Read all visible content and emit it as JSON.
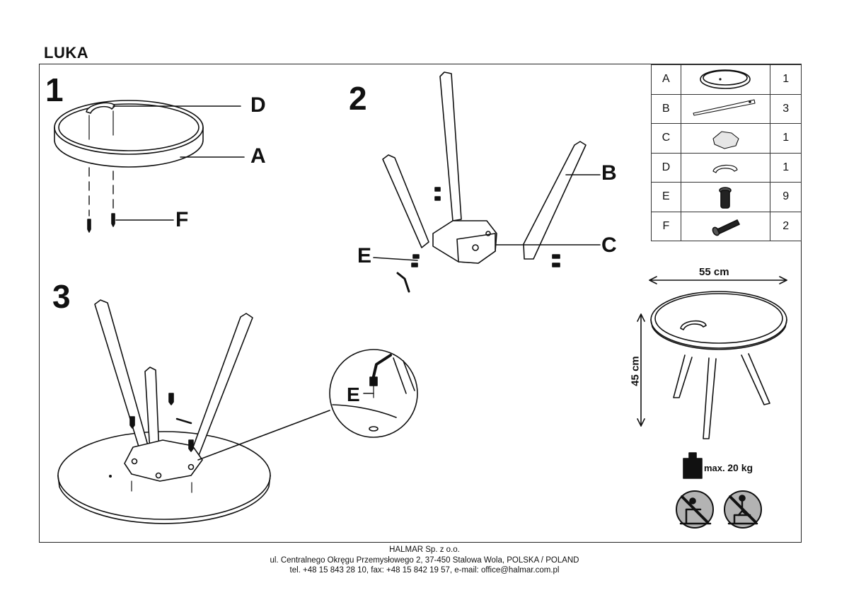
{
  "title": "LUKA",
  "steps": [
    "1",
    "2",
    "3"
  ],
  "callouts": {
    "step1": [
      "D",
      "A",
      "F"
    ],
    "step2": [
      "B",
      "C",
      "E"
    ],
    "step3": [
      "E"
    ]
  },
  "parts": [
    {
      "letter": "A",
      "qty": "1",
      "icon": "tabletop-icon"
    },
    {
      "letter": "B",
      "qty": "3",
      "icon": "leg-icon"
    },
    {
      "letter": "C",
      "qty": "1",
      "icon": "leg-mount-bracket-icon"
    },
    {
      "letter": "D",
      "qty": "1",
      "icon": "handle-icon"
    },
    {
      "letter": "E",
      "qty": "9",
      "icon": "screw-icon"
    },
    {
      "letter": "F",
      "qty": "2",
      "icon": "bolt-icon"
    }
  ],
  "dimensions": {
    "width": "55 cm",
    "height": "45 cm"
  },
  "max_load": {
    "prefix": "max.",
    "value": "20 kg"
  },
  "footer": {
    "company": "HALMAR Sp. z o.o.",
    "address": "ul. Centralnego Okręgu Przemysłowego 2, 37-450 Stalowa Wola, POLSKA / POLAND",
    "contact": "tel. +48 15 843 28 10, fax: +48 15 842 19 57, e-mail: office@halmar.com.pl"
  },
  "colors": {
    "line": "#111111",
    "background": "#ffffff",
    "icon_fill": "#b3b3b3"
  }
}
